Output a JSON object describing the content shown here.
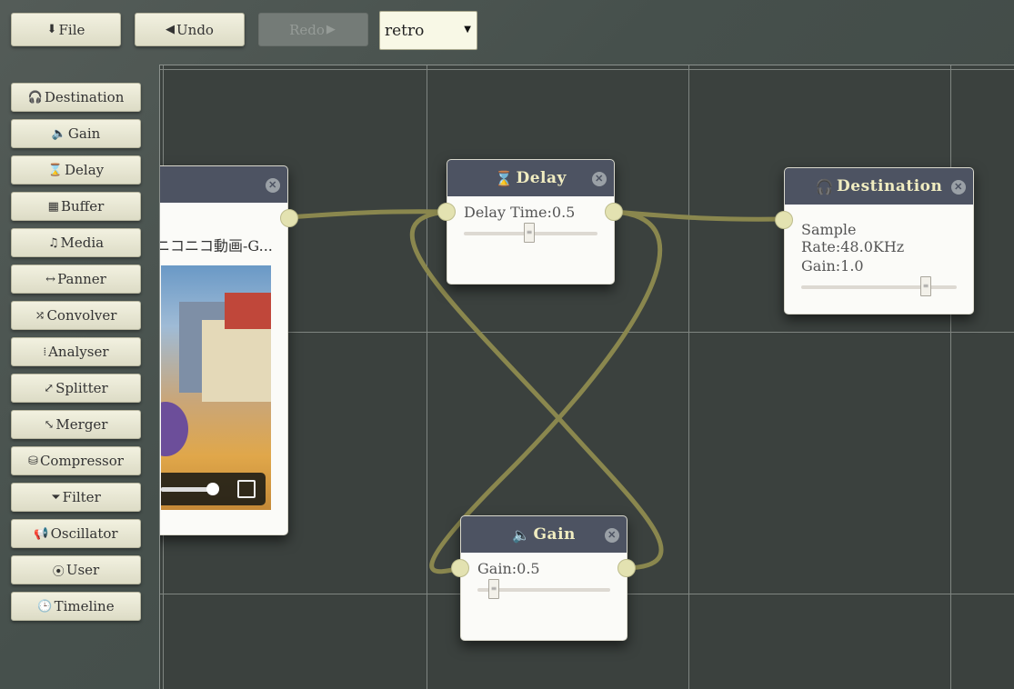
{
  "toolbar": {
    "file_label": "File",
    "undo_label": "Undo",
    "redo_label": "Redo",
    "theme_select_value": "retro"
  },
  "icons": {
    "file": "download-icon",
    "undo": "undo-icon",
    "redo": "redo-icon"
  },
  "sidebar": {
    "items": [
      {
        "label": "Destination",
        "icon": "headphones-icon",
        "glyph": "🎧"
      },
      {
        "label": "Gain",
        "icon": "volume-icon",
        "glyph": "🔈"
      },
      {
        "label": "Delay",
        "icon": "hourglass-icon",
        "glyph": "⌛"
      },
      {
        "label": "Buffer",
        "icon": "film-icon",
        "glyph": "▦"
      },
      {
        "label": "Media",
        "icon": "music-icon",
        "glyph": "♫"
      },
      {
        "label": "Panner",
        "icon": "arrows-horizontal-icon",
        "glyph": "↔"
      },
      {
        "label": "Convolver",
        "icon": "shuffle-icon",
        "glyph": "⤮"
      },
      {
        "label": "Analyser",
        "icon": "equalizer-icon",
        "glyph": "⁞"
      },
      {
        "label": "Splitter",
        "icon": "resize-icon",
        "glyph": "⤢"
      },
      {
        "label": "Merger",
        "icon": "merge-icon",
        "glyph": "⤡"
      },
      {
        "label": "Compressor",
        "icon": "database-icon",
        "glyph": "⛁"
      },
      {
        "label": "Filter",
        "icon": "filter-icon",
        "glyph": "⏷"
      },
      {
        "label": "Oscillator",
        "icon": "bullhorn-icon",
        "glyph": "📢"
      },
      {
        "label": "User",
        "icon": "record-icon",
        "glyph": "⦿"
      },
      {
        "label": "Timeline",
        "icon": "clock-icon",
        "glyph": "🕒"
      }
    ]
  },
  "nodes": {
    "media": {
      "title_text": "ニコニコ動画-G..."
    },
    "delay": {
      "title": "Delay",
      "param": "Delay Time:0.5",
      "value": 0.5
    },
    "destination": {
      "title": "Destination",
      "sample_rate": "Sample Rate:48.0KHz",
      "gain": "Gain:1.0",
      "value": 1.0
    },
    "gain": {
      "title": "Gain",
      "param": "Gain:0.5",
      "value": 0.5
    }
  },
  "colors": {
    "wire": "#8a874e",
    "node_header": "#4d5362",
    "header_text": "#f0ecc0",
    "port": "#e3e2b1",
    "canvas": "#3b413e"
  }
}
